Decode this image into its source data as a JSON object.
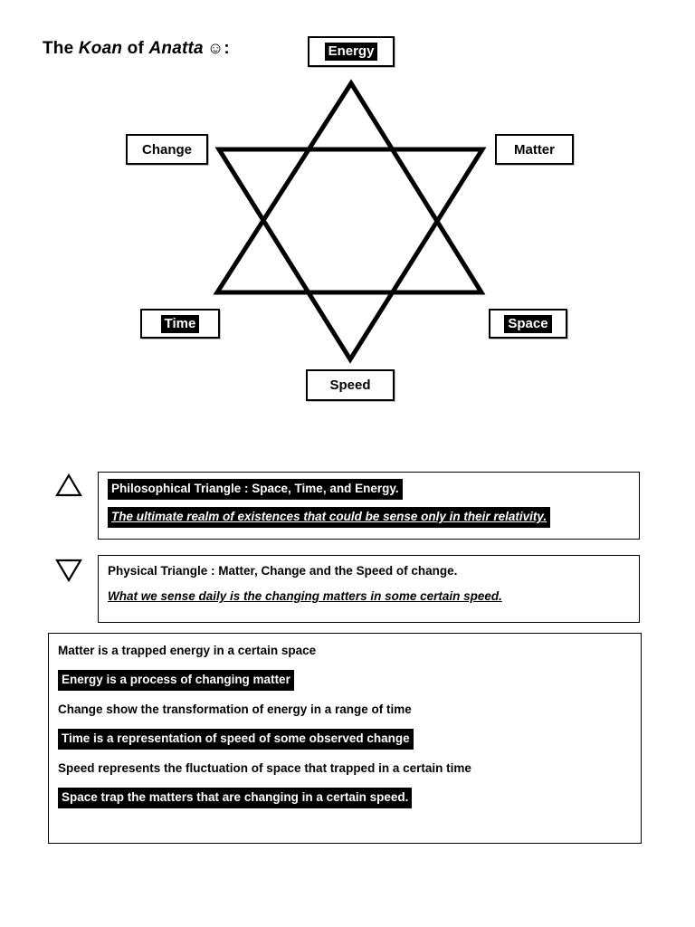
{
  "title": {
    "pre": "The",
    "koan": "Koan",
    "mid": "of",
    "anatta": "Anatta",
    "smiley": "☺",
    "colon": ":"
  },
  "diagram": {
    "type": "star-of-david",
    "nodes": [
      {
        "label": "Energy",
        "position": "top",
        "highlighted": true
      },
      {
        "label": "Change",
        "position": "upper-left",
        "highlighted": false
      },
      {
        "label": "Matter",
        "position": "upper-right",
        "highlighted": false
      },
      {
        "label": "Time",
        "position": "lower-left",
        "highlighted": true
      },
      {
        "label": "Space",
        "position": "lower-right",
        "highlighted": true
      },
      {
        "label": "Speed",
        "position": "bottom",
        "highlighted": false
      }
    ]
  },
  "legend": [
    {
      "symbol": "up-triangle",
      "title": "Philosophical Triangle : Space, Time, and Energy.",
      "subtitle": "The ultimate realm of existences that could be sense only in their relativity.",
      "highlighted": true
    },
    {
      "symbol": "down-triangle",
      "title": "Physical Triangle : Matter, Change and the Speed of change.",
      "subtitle": "What we sense daily is the changing matters in some certain speed.",
      "highlighted": false
    }
  ],
  "statements": [
    {
      "text": "Matter is a trapped energy in a certain space",
      "highlighted": false
    },
    {
      "text": "Energy is a process of changing matter",
      "highlighted": true
    },
    {
      "text": "Change show the transformation of energy in a range of time",
      "highlighted": false
    },
    {
      "text": "Time is a representation of speed of some observed change",
      "highlighted": true
    },
    {
      "text": "Speed represents the fluctuation of space that trapped in a certain time",
      "highlighted": false
    },
    {
      "text": "Space trap the matters that are changing in a certain speed.",
      "highlighted": true
    }
  ],
  "colors": {
    "page_bg": "#ffffff",
    "text": "#000000",
    "highlight_bg": "#000000",
    "highlight_fg": "#ffffff",
    "stroke": "#000000"
  }
}
